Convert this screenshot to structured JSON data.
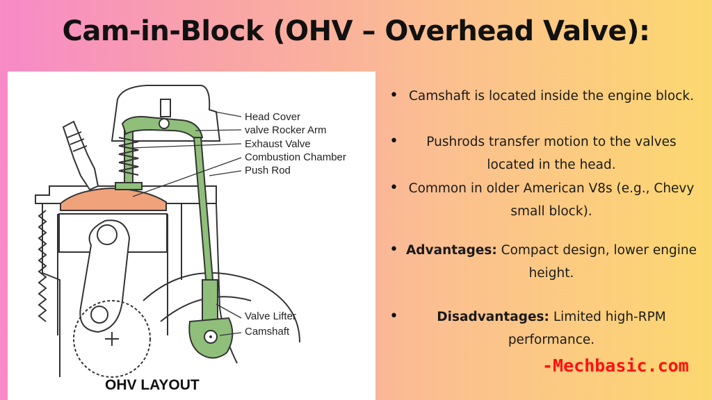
{
  "title": "Cam-in-Block (OHV – Overhead Valve):",
  "figure": {
    "callouts": [
      "Head Cover",
      "valve Rocker Arm",
      "Exhaust Valve",
      "Combustion Chamber",
      "Push Rod",
      "Valve Lifter",
      "Camshaft"
    ],
    "layout_label": "OHV LAYOUT",
    "colors": {
      "component_green": "#8fbf7a",
      "chamber_orange": "#f0a27a",
      "outline": "#333333"
    }
  },
  "bullets": [
    {
      "text": "Camshaft is located inside the engine block."
    },
    {
      "text": "Pushrods transfer motion to the valves located in the head."
    },
    {
      "text": "Common in older American V8s (e.g., Chevy small block)."
    },
    {
      "label": "Advantages:",
      "text": " Compact design, lower engine height."
    },
    {
      "label": "Disadvantages:",
      "text": " Limited high-RPM performance."
    }
  ],
  "watermark": "-Mechbasic.com",
  "colors": {
    "watermark": "#ff1010"
  }
}
